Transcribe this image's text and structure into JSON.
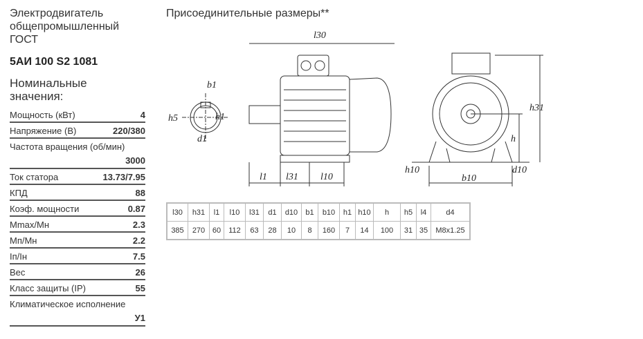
{
  "product": {
    "title_lines": [
      "Электродвигатель",
      "общепромышленный",
      "ГОСТ"
    ],
    "model": "5АИ 100 S2 1081",
    "nominal_heading_lines": [
      "Номинальные",
      "значения:"
    ]
  },
  "specs": [
    {
      "label": "Мощность (кВт)",
      "value": "4"
    },
    {
      "label": "Напряжение (В)",
      "value": "220/380"
    },
    {
      "label": "Частота вращения (об/мин)",
      "value": "3000"
    },
    {
      "label": "Ток статора",
      "value": "13.73/7.95"
    },
    {
      "label": "КПД",
      "value": "88"
    },
    {
      "label": "Коэф. мощности",
      "value": "0.87"
    },
    {
      "label": "Mmax/Mн",
      "value": "2.3"
    },
    {
      "label": "Mп/Mн",
      "value": "2.2"
    },
    {
      "label": "Iп/Iн",
      "value": "7.5"
    },
    {
      "label": "Вес",
      "value": "26"
    },
    {
      "label": "Класс защиты (IP)",
      "value": "55"
    },
    {
      "label": "Климатическое исполнение",
      "value": "У1"
    }
  ],
  "drawing": {
    "title": "Присоединительные размеры**",
    "labels": {
      "b1": "b1",
      "h5": "h5",
      "h1": "h1",
      "d1": "d1",
      "l30": "l30",
      "h31": "h31",
      "h": "h",
      "l1": "l1",
      "l31": "l31",
      "l10": "l10",
      "h10": "h10",
      "b10": "b10",
      "d10": "d10"
    }
  },
  "dimensions": {
    "headers": [
      "l30",
      "h31",
      "l1",
      "l10",
      "l31",
      "d1",
      "d10",
      "b1",
      "b10",
      "h1",
      "h10",
      "h",
      "h5",
      "l4",
      "d4"
    ],
    "values": [
      "385",
      "270",
      "60",
      "112",
      "63",
      "28",
      "10",
      "8",
      "160",
      "7",
      "14",
      "100",
      "31",
      "35",
      "M8x1.25"
    ]
  }
}
